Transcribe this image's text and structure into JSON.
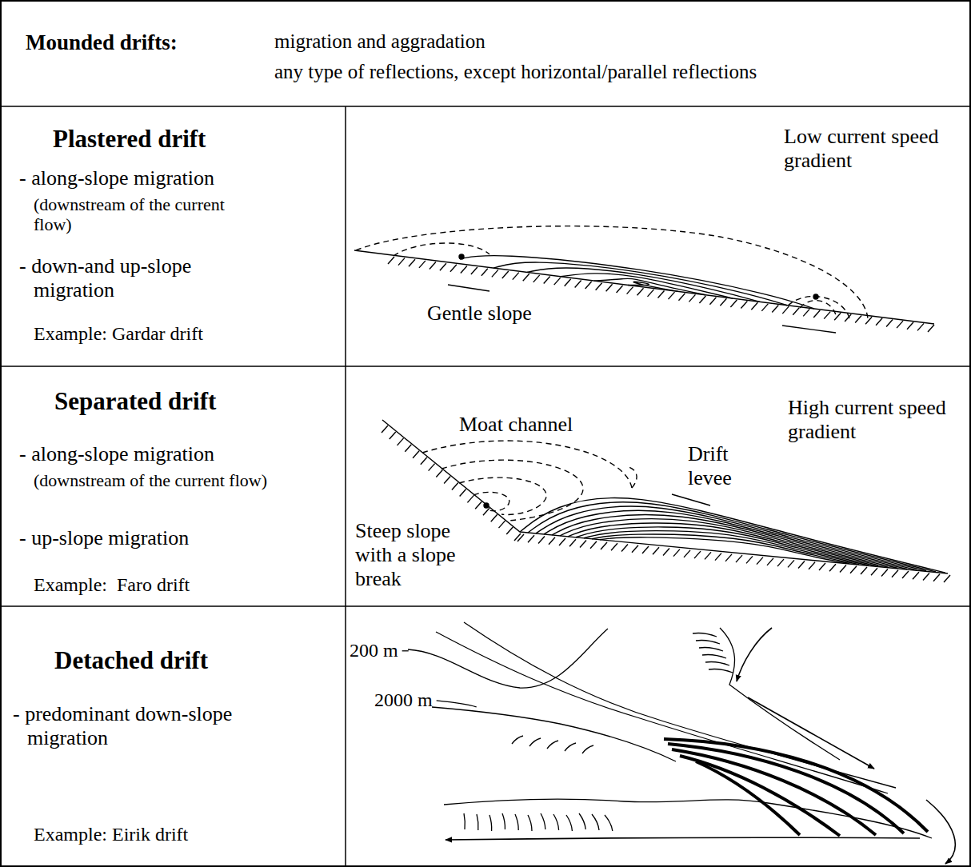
{
  "diagram": {
    "title": "Mounded drifts:",
    "labels": [
      "migration and aggradation",
      "any type of reflections, except horizontal/parallel reflections",
      "Plastered drift",
      "- along-slope migration",
      "(downstream of the current flow)",
      "- down-and up-slope migration",
      "Example: Gardar drift",
      "Low current speed gradient",
      "Gentle slope",
      "Separated drift",
      "- along-slope migration",
      "(downstream of the current flow)",
      "- up-slope migration",
      "Example:  Faro drift",
      "Moat channel",
      "Drift levee",
      "High current speed gradient",
      "Steep slope with a slope break",
      "Detached drift",
      "- predominant down-slope migration",
      "Example: Eirik drift",
      "200 m",
      "2000 m"
    ]
  }
}
